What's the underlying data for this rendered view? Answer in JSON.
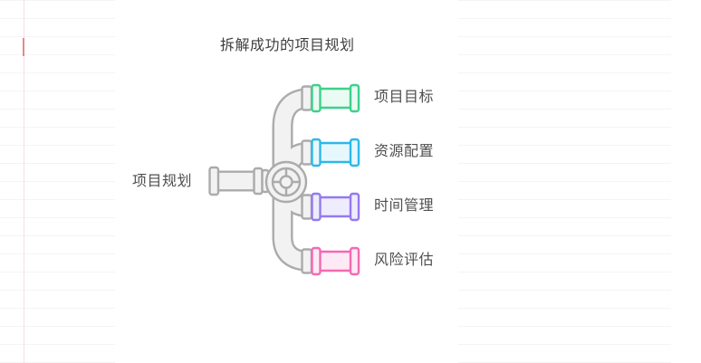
{
  "title": "拆解成功的项目规划",
  "diagram": {
    "root": {
      "label": "项目规划"
    },
    "branches": [
      {
        "label": "项目目标",
        "color": "#3ed08c",
        "fill": "#eafbf3"
      },
      {
        "label": "资源配置",
        "color": "#2cb9e8",
        "fill": "#e7f8fd"
      },
      {
        "label": "时间管理",
        "color": "#9579ef",
        "fill": "#efecfd"
      },
      {
        "label": "风险评估",
        "color": "#f26ab2",
        "fill": "#fdeaf5"
      }
    ],
    "pipe": {
      "stroke": "#ababab",
      "fill": "#f2f2f2"
    }
  },
  "background": {
    "row_line_color": "#f4f4f4",
    "margin_line_color": "#f9dede",
    "margin_tick_color": "#e48989"
  }
}
